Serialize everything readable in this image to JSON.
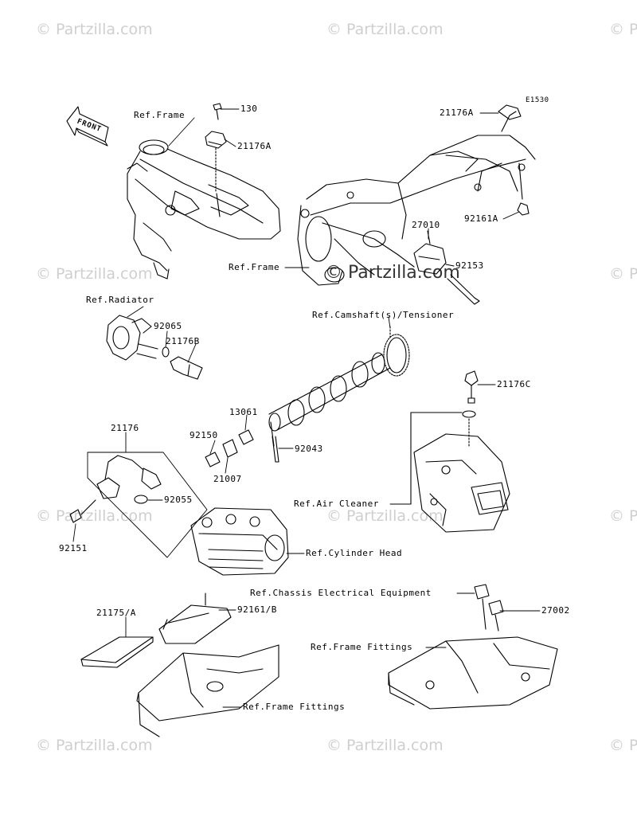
{
  "watermark": "© Partzilla.com",
  "diagram_code": "E1530",
  "front_label": "FRONT",
  "labels": {
    "ref_frame_1": "Ref.Frame",
    "p130": "130",
    "p21176A_1": "21176A",
    "p21176A_2": "21176A",
    "p92161A": "92161A",
    "p27010": "27010",
    "p92153": "92153",
    "ref_frame_2": "Ref.Frame",
    "ref_radiator": "Ref.Radiator",
    "p92065": "92065",
    "p21176B": "21176B",
    "ref_camshaft": "Ref.Camshaft(s)/Tensioner",
    "p21176C": "21176C",
    "p13061": "13061",
    "p21176": "21176",
    "p92150": "92150",
    "p92043": "92043",
    "p21007": "21007",
    "p92055": "92055",
    "ref_air_cleaner": "Ref.Air Cleaner",
    "p92151": "92151",
    "ref_cylinder_head": "Ref.Cylinder Head",
    "ref_chassis_elec": "Ref.Chassis Electrical Equipment",
    "p27002": "27002",
    "p21175A": "21175/A",
    "p92161B": "92161/B",
    "ref_frame_fittings_1": "Ref.Frame Fittings",
    "ref_frame_fittings_2": "Ref.Frame Fittings"
  }
}
